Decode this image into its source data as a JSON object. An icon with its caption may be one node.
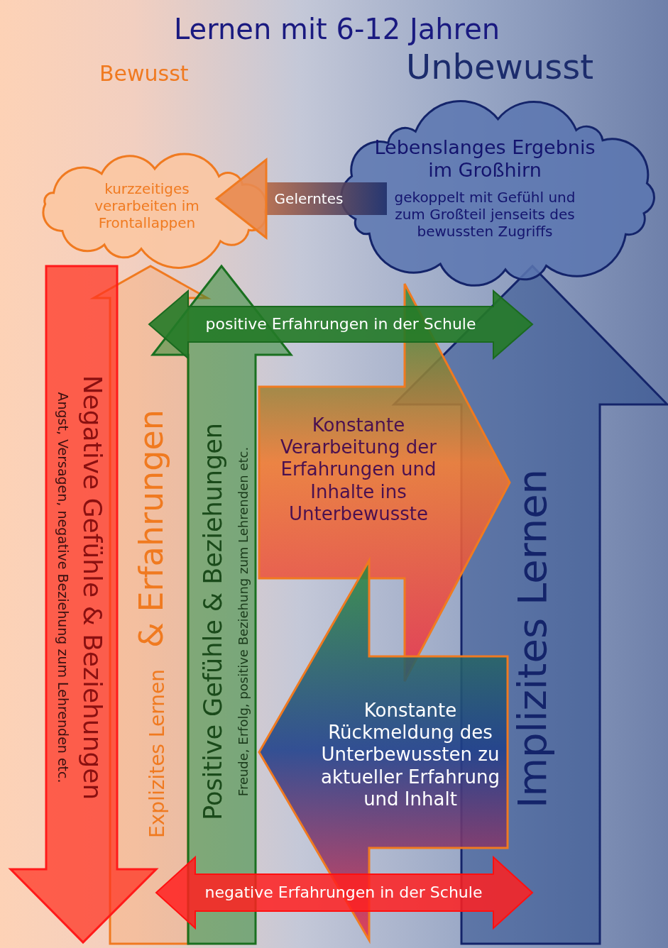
{
  "diagram": {
    "title": "Lernen mit 6-12 Jahren",
    "nodes": [
      {
        "text": [
          "kurzzeitiges verarbeiten im Frontallappen"
        ]
      },
      {
        "text": [
          "Lebenslanges Ergebnis im Großhirn",
          "gekoppelt mit Gefühl und zum Großteil jenseits des bewussten Zugriffs"
        ]
      },
      {
        "text": [
          "Negative Gefühle & Beziehungen",
          "Angst, Versagen, negative Beziehung zum Lehrenden etc."
        ]
      },
      {
        "text": [
          "Explizites Lernen",
          "& Erfahrungen"
        ]
      },
      {
        "text": [
          "Positive Gefühle & Beziehungen",
          "Freude, Erfolg, positive Beziehung zum Lehrenden etc."
        ]
      },
      {
        "text": [
          "positive Erfahrungen in der Schule"
        ]
      },
      {
        "text": [
          "Konstante Verarbeitung der Erfahrungen und Inhalte ins Unterbewusste"
        ]
      },
      {
        "text": [
          "Konstante Rückmeldung des Unterbewussten zu aktueller Erfahrung und Inhalt"
        ]
      },
      {
        "text": [
          "Implizites Lernen"
        ]
      },
      {
        "text": [
          "negative Erfahrungen in der Schule"
        ]
      }
    ],
    "edges": [
      {
        "from": 1,
        "to": 0,
        "arrow": "to",
        "label": "Gelerntes",
        "style": "thick"
      }
    ],
    "labels": [
      "Bewusst",
      "Unbewusst"
    ]
  }
}
